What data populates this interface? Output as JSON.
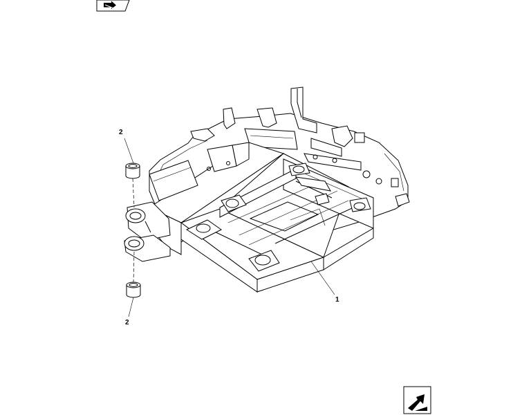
{
  "diagram": {
    "callouts": {
      "frame": "1",
      "bushing_top": "2",
      "bushing_bottom": "2"
    },
    "icons": {
      "top_left": "previous-page-arrow-icon",
      "bottom_right": "next-page-arrow-icon"
    }
  }
}
